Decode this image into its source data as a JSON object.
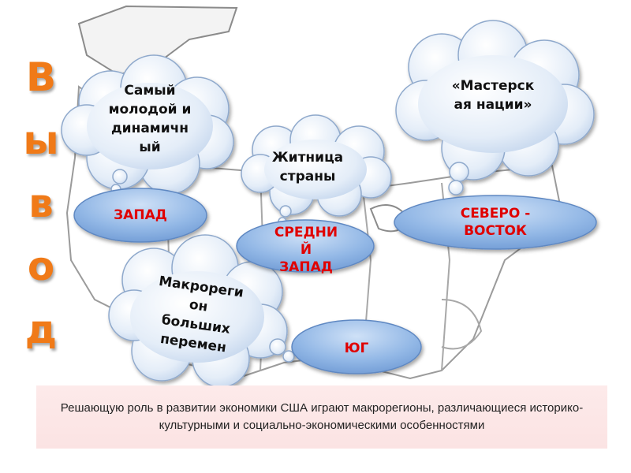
{
  "title_letters": [
    "В",
    "ы",
    "в",
    "о",
    "д"
  ],
  "clouds": {
    "west": "Самый\nмолодой и\nдинамичн\nый",
    "midwest": "Житница\nстраны",
    "northeast": "«Мастерск\nая нации»",
    "south": "Макрореги\nон\nбольших\nперемен"
  },
  "regions": {
    "west": "ЗАПАД",
    "midwest": "СРЕДНИ\nЙ\nЗАПАД",
    "northeast": "СЕВЕРО -\nВОСТОК",
    "south": "ЮГ"
  },
  "conclusion": "Решающую роль в развитии экономики США играют макрорегионы, различающиеся историко-культурными и социально-экономическими особенностями",
  "colors": {
    "letters": "#f07a18",
    "region_fill": "#8fb7e6",
    "region_text": "#e00000",
    "cloud_fill": "#dfe9f6",
    "conclusion_bg": "#fbe3e3"
  }
}
